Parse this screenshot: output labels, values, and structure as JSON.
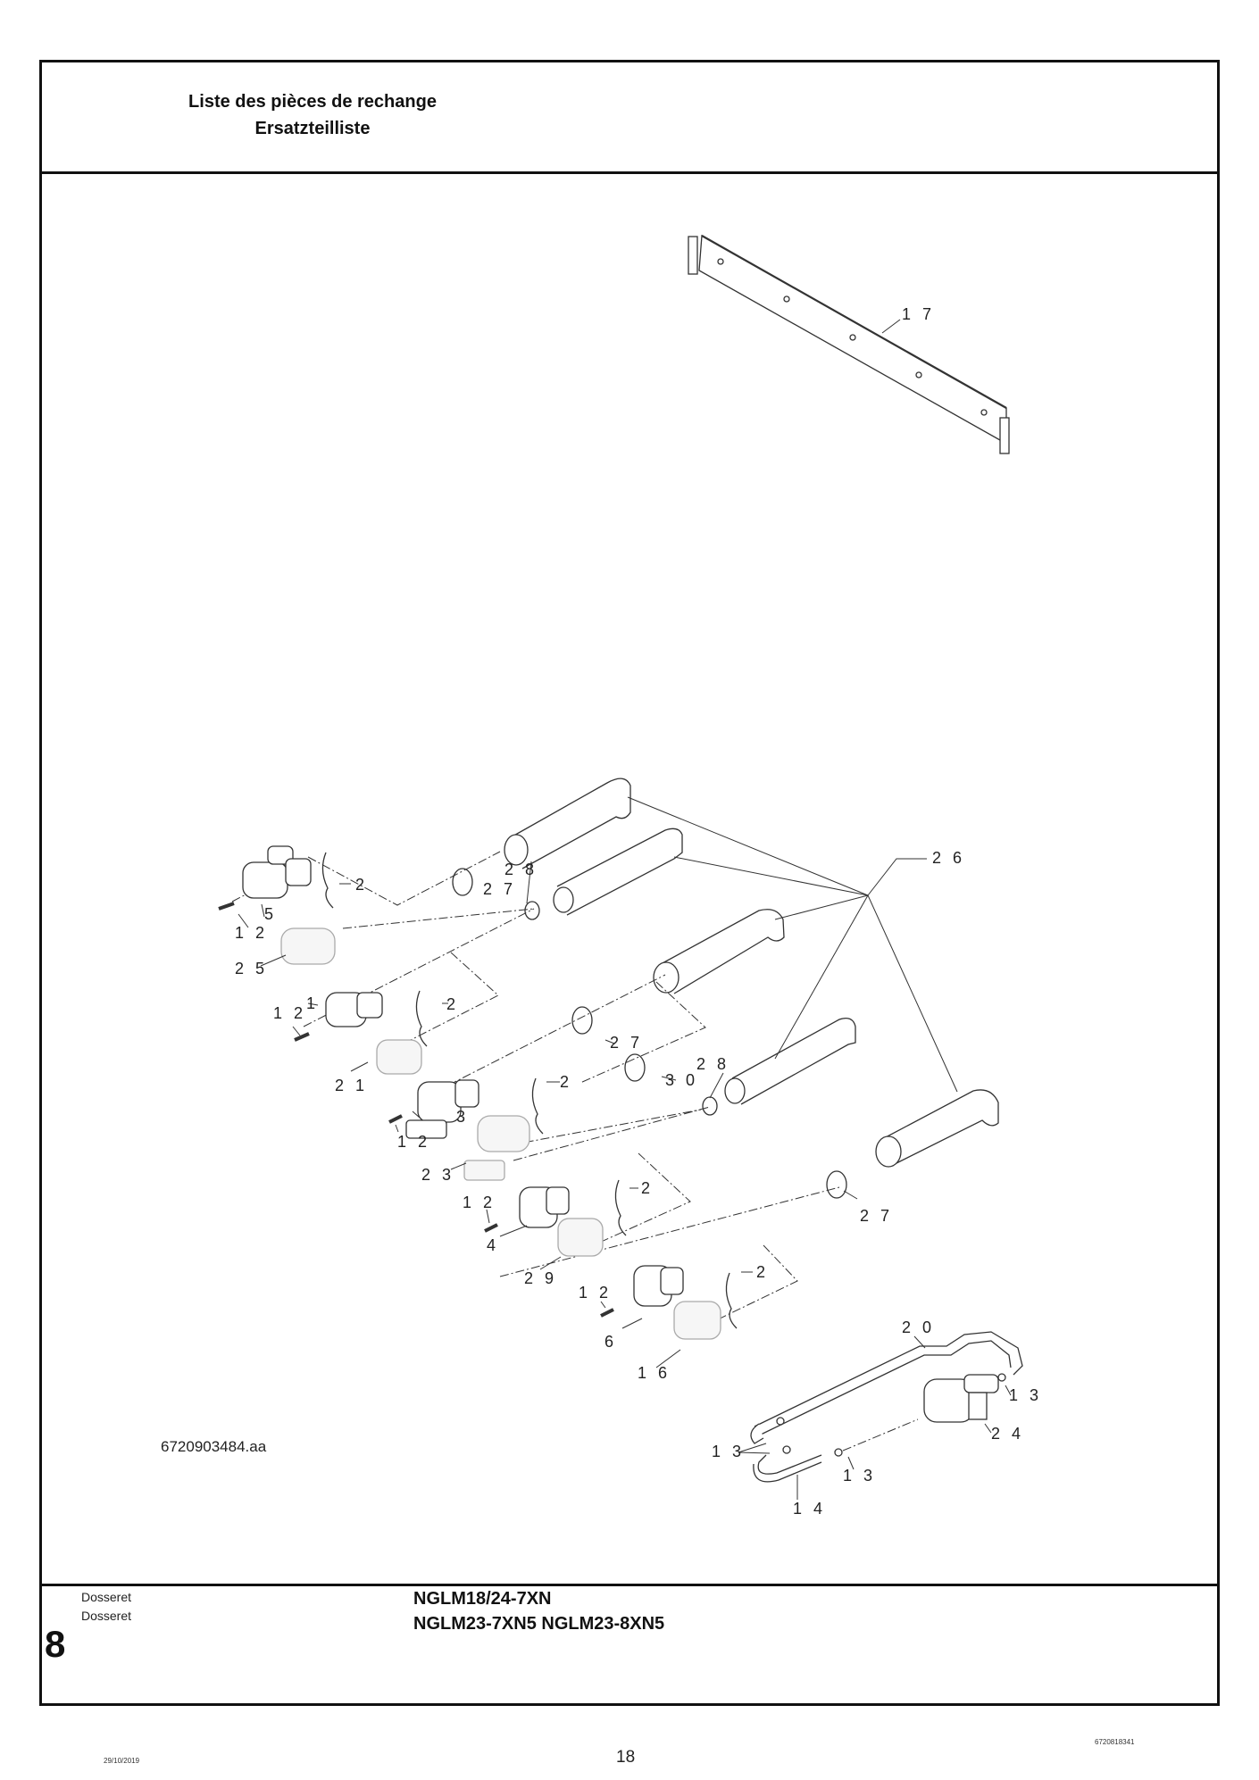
{
  "header": {
    "title_fr": "Liste des pièces de rechange",
    "title_de": "Ersatzteilliste"
  },
  "diagram": {
    "figure_code": "6720903484.aa",
    "callouts": [
      {
        "id": "c17",
        "label": "1 7"
      },
      {
        "id": "c26",
        "label": "2 6"
      },
      {
        "id": "c28a",
        "label": "2 8"
      },
      {
        "id": "c27a",
        "label": "2 7"
      },
      {
        "id": "c2a",
        "label": "2"
      },
      {
        "id": "c5",
        "label": "5"
      },
      {
        "id": "c12a",
        "label": "1 2"
      },
      {
        "id": "c25",
        "label": "2 5"
      },
      {
        "id": "c1",
        "label": "1"
      },
      {
        "id": "c12b",
        "label": "1 2"
      },
      {
        "id": "c2b",
        "label": "2"
      },
      {
        "id": "c27b",
        "label": "2 7"
      },
      {
        "id": "c21",
        "label": "2 1"
      },
      {
        "id": "c30",
        "label": "3 0"
      },
      {
        "id": "c28b",
        "label": "2 8"
      },
      {
        "id": "c3",
        "label": "3"
      },
      {
        "id": "c2c",
        "label": "2"
      },
      {
        "id": "c12c",
        "label": "1 2"
      },
      {
        "id": "c23",
        "label": "2 3"
      },
      {
        "id": "c12d",
        "label": "1 2"
      },
      {
        "id": "c2d",
        "label": "2"
      },
      {
        "id": "c4",
        "label": "4"
      },
      {
        "id": "c27c",
        "label": "2 7"
      },
      {
        "id": "c29",
        "label": "2 9"
      },
      {
        "id": "c12e",
        "label": "1 2"
      },
      {
        "id": "c2e",
        "label": "2"
      },
      {
        "id": "c6",
        "label": "6"
      },
      {
        "id": "c16",
        "label": "1 6"
      },
      {
        "id": "c20",
        "label": "2 0"
      },
      {
        "id": "c13a",
        "label": "1 3"
      },
      {
        "id": "c24",
        "label": "2 4"
      },
      {
        "id": "c13b",
        "label": "1 3"
      },
      {
        "id": "c13c",
        "label": "1 3"
      },
      {
        "id": "c14",
        "label": "1 4"
      }
    ]
  },
  "footer": {
    "section_number": "8",
    "section_label_fr": "Dosseret",
    "section_label_de": "Dosseret",
    "models_line1": "NGLM18/24-7XN",
    "models_line2": "NGLM23-7XN5  NGLM23-8XN5",
    "page_number": "18",
    "date": "29/10/2019",
    "document_number": "6720818341"
  }
}
